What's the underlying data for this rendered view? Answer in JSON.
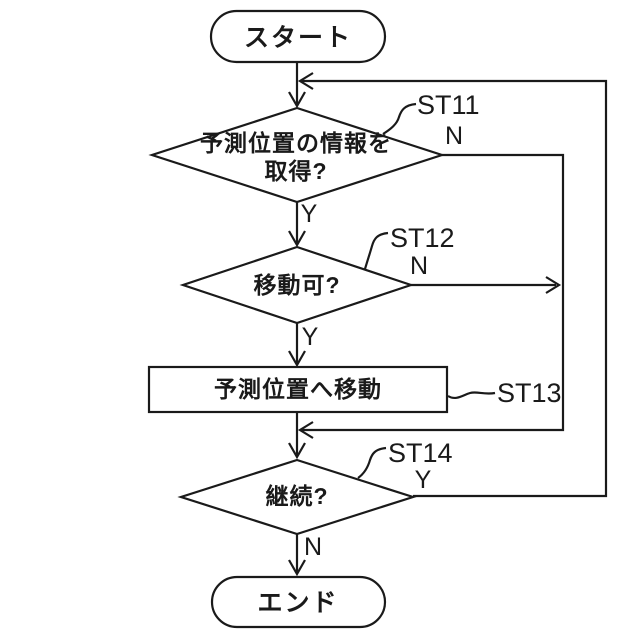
{
  "figure": {
    "type": "flowchart",
    "colors": {
      "stroke": "#1a1a1a",
      "background": "#ffffff"
    },
    "nodes": {
      "start": {
        "shape": "terminal",
        "label": "スタート"
      },
      "st11": {
        "shape": "decision",
        "step": "ST11",
        "line1": "予測位置の情報を",
        "line2": "取得?",
        "branch_no": "N",
        "branch_yes": "Y"
      },
      "st12": {
        "shape": "decision",
        "step": "ST12",
        "label": "移動可?",
        "branch_no": "N",
        "branch_yes": "Y"
      },
      "st13": {
        "shape": "process",
        "step": "ST13",
        "label": "予測位置へ移動"
      },
      "st14": {
        "shape": "decision",
        "step": "ST14",
        "label": "継続?",
        "branch_yes": "Y",
        "branch_no": "N"
      },
      "end": {
        "shape": "terminal",
        "label": "エンド"
      }
    },
    "edges": [
      {
        "from": "start",
        "to": "st11"
      },
      {
        "from": "st11",
        "to": "st12",
        "condition": "Y"
      },
      {
        "from": "st11",
        "to": "st14-merge",
        "condition": "N"
      },
      {
        "from": "st12",
        "to": "st13",
        "condition": "Y"
      },
      {
        "from": "st12",
        "to": "st14-merge",
        "condition": "N"
      },
      {
        "from": "st13",
        "to": "st14"
      },
      {
        "from": "st14",
        "to": "st11",
        "condition": "Y"
      },
      {
        "from": "st14",
        "to": "end",
        "condition": "N"
      }
    ]
  }
}
